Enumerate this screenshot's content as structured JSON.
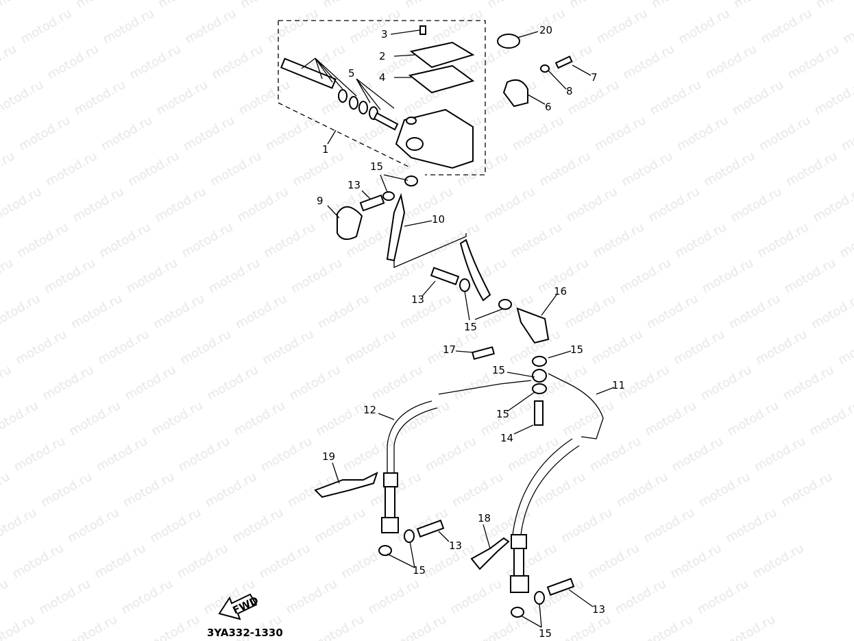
{
  "watermark": "motod.ru",
  "diagram_code": "3YA332-1330",
  "fwd_label": "FWD",
  "callouts": [
    "3",
    "20",
    "2",
    "7",
    "4",
    "5",
    "8",
    "6",
    "1",
    "15",
    "13",
    "9",
    "10",
    "16",
    "13",
    "15",
    "17",
    "15",
    "15",
    "11",
    "12",
    "15",
    "14",
    "19",
    "18",
    "13",
    "15",
    "13",
    "15"
  ]
}
